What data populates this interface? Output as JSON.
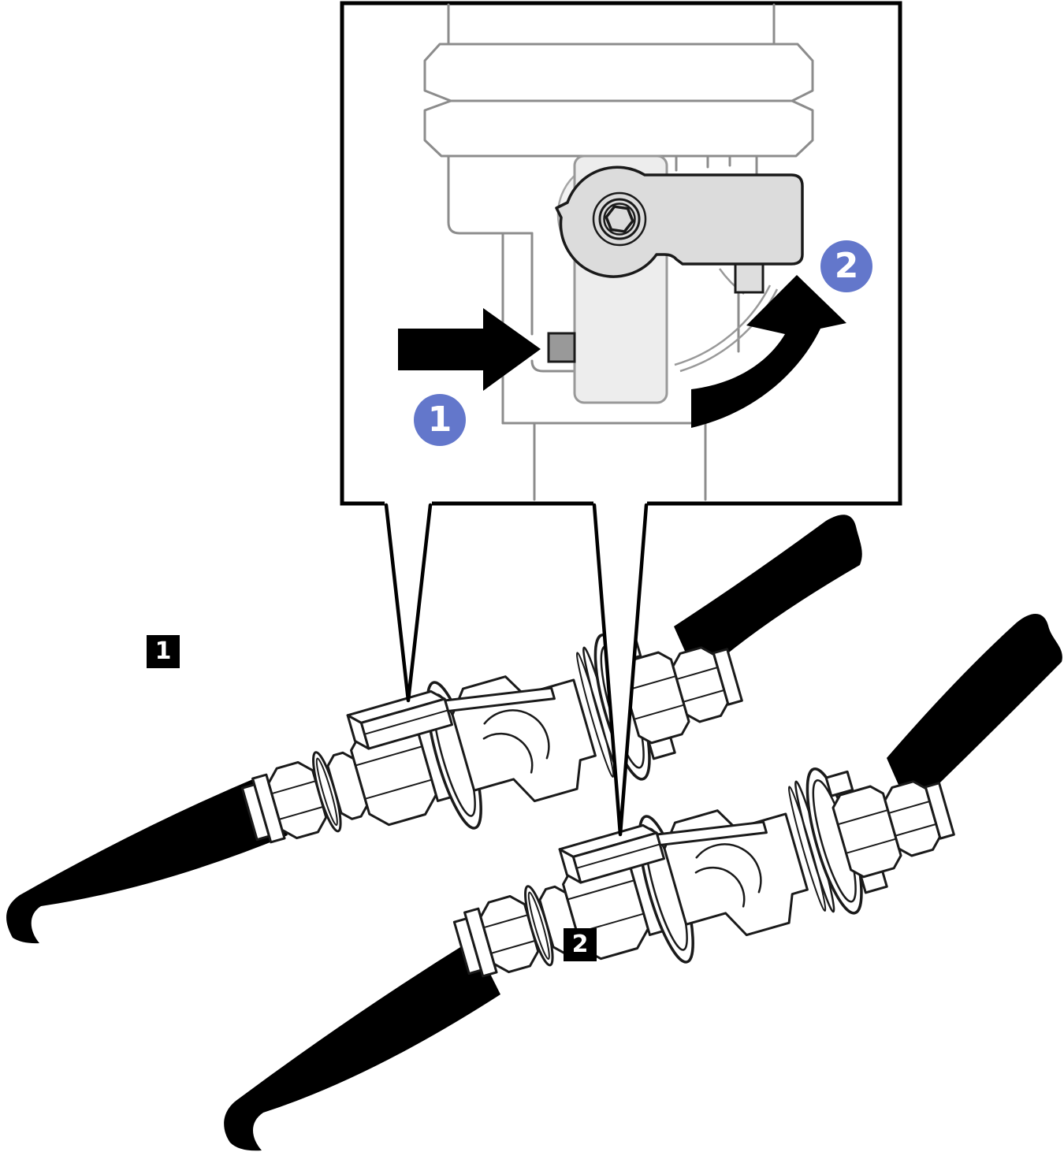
{
  "figure": {
    "type": "hardware-service-illustration",
    "description": "Quick-connect hose couplings with callout showing release button press and handle rotation",
    "inset": {
      "steps": [
        {
          "label": "1",
          "meaning": "press release button"
        },
        {
          "label": "2",
          "meaning": "rotate handle upward"
        }
      ],
      "icons": [
        "press-arrow-icon",
        "rotate-arrow-icon",
        "valve-handle",
        "release-button",
        "hex-bolt"
      ]
    },
    "hose_labels": [
      {
        "label": "1"
      },
      {
        "label": "2"
      }
    ],
    "colors": {
      "badge_blue": "#6377CB",
      "line_black": "#1a1a1a",
      "line_gray": "#8C8C8C",
      "handle_gray_fill": "#DCDCDC",
      "lever_gray_fill": "#EDEDED",
      "button_gray_fill": "#999999",
      "hose_black": "#000000",
      "background": "#ffffff"
    }
  }
}
